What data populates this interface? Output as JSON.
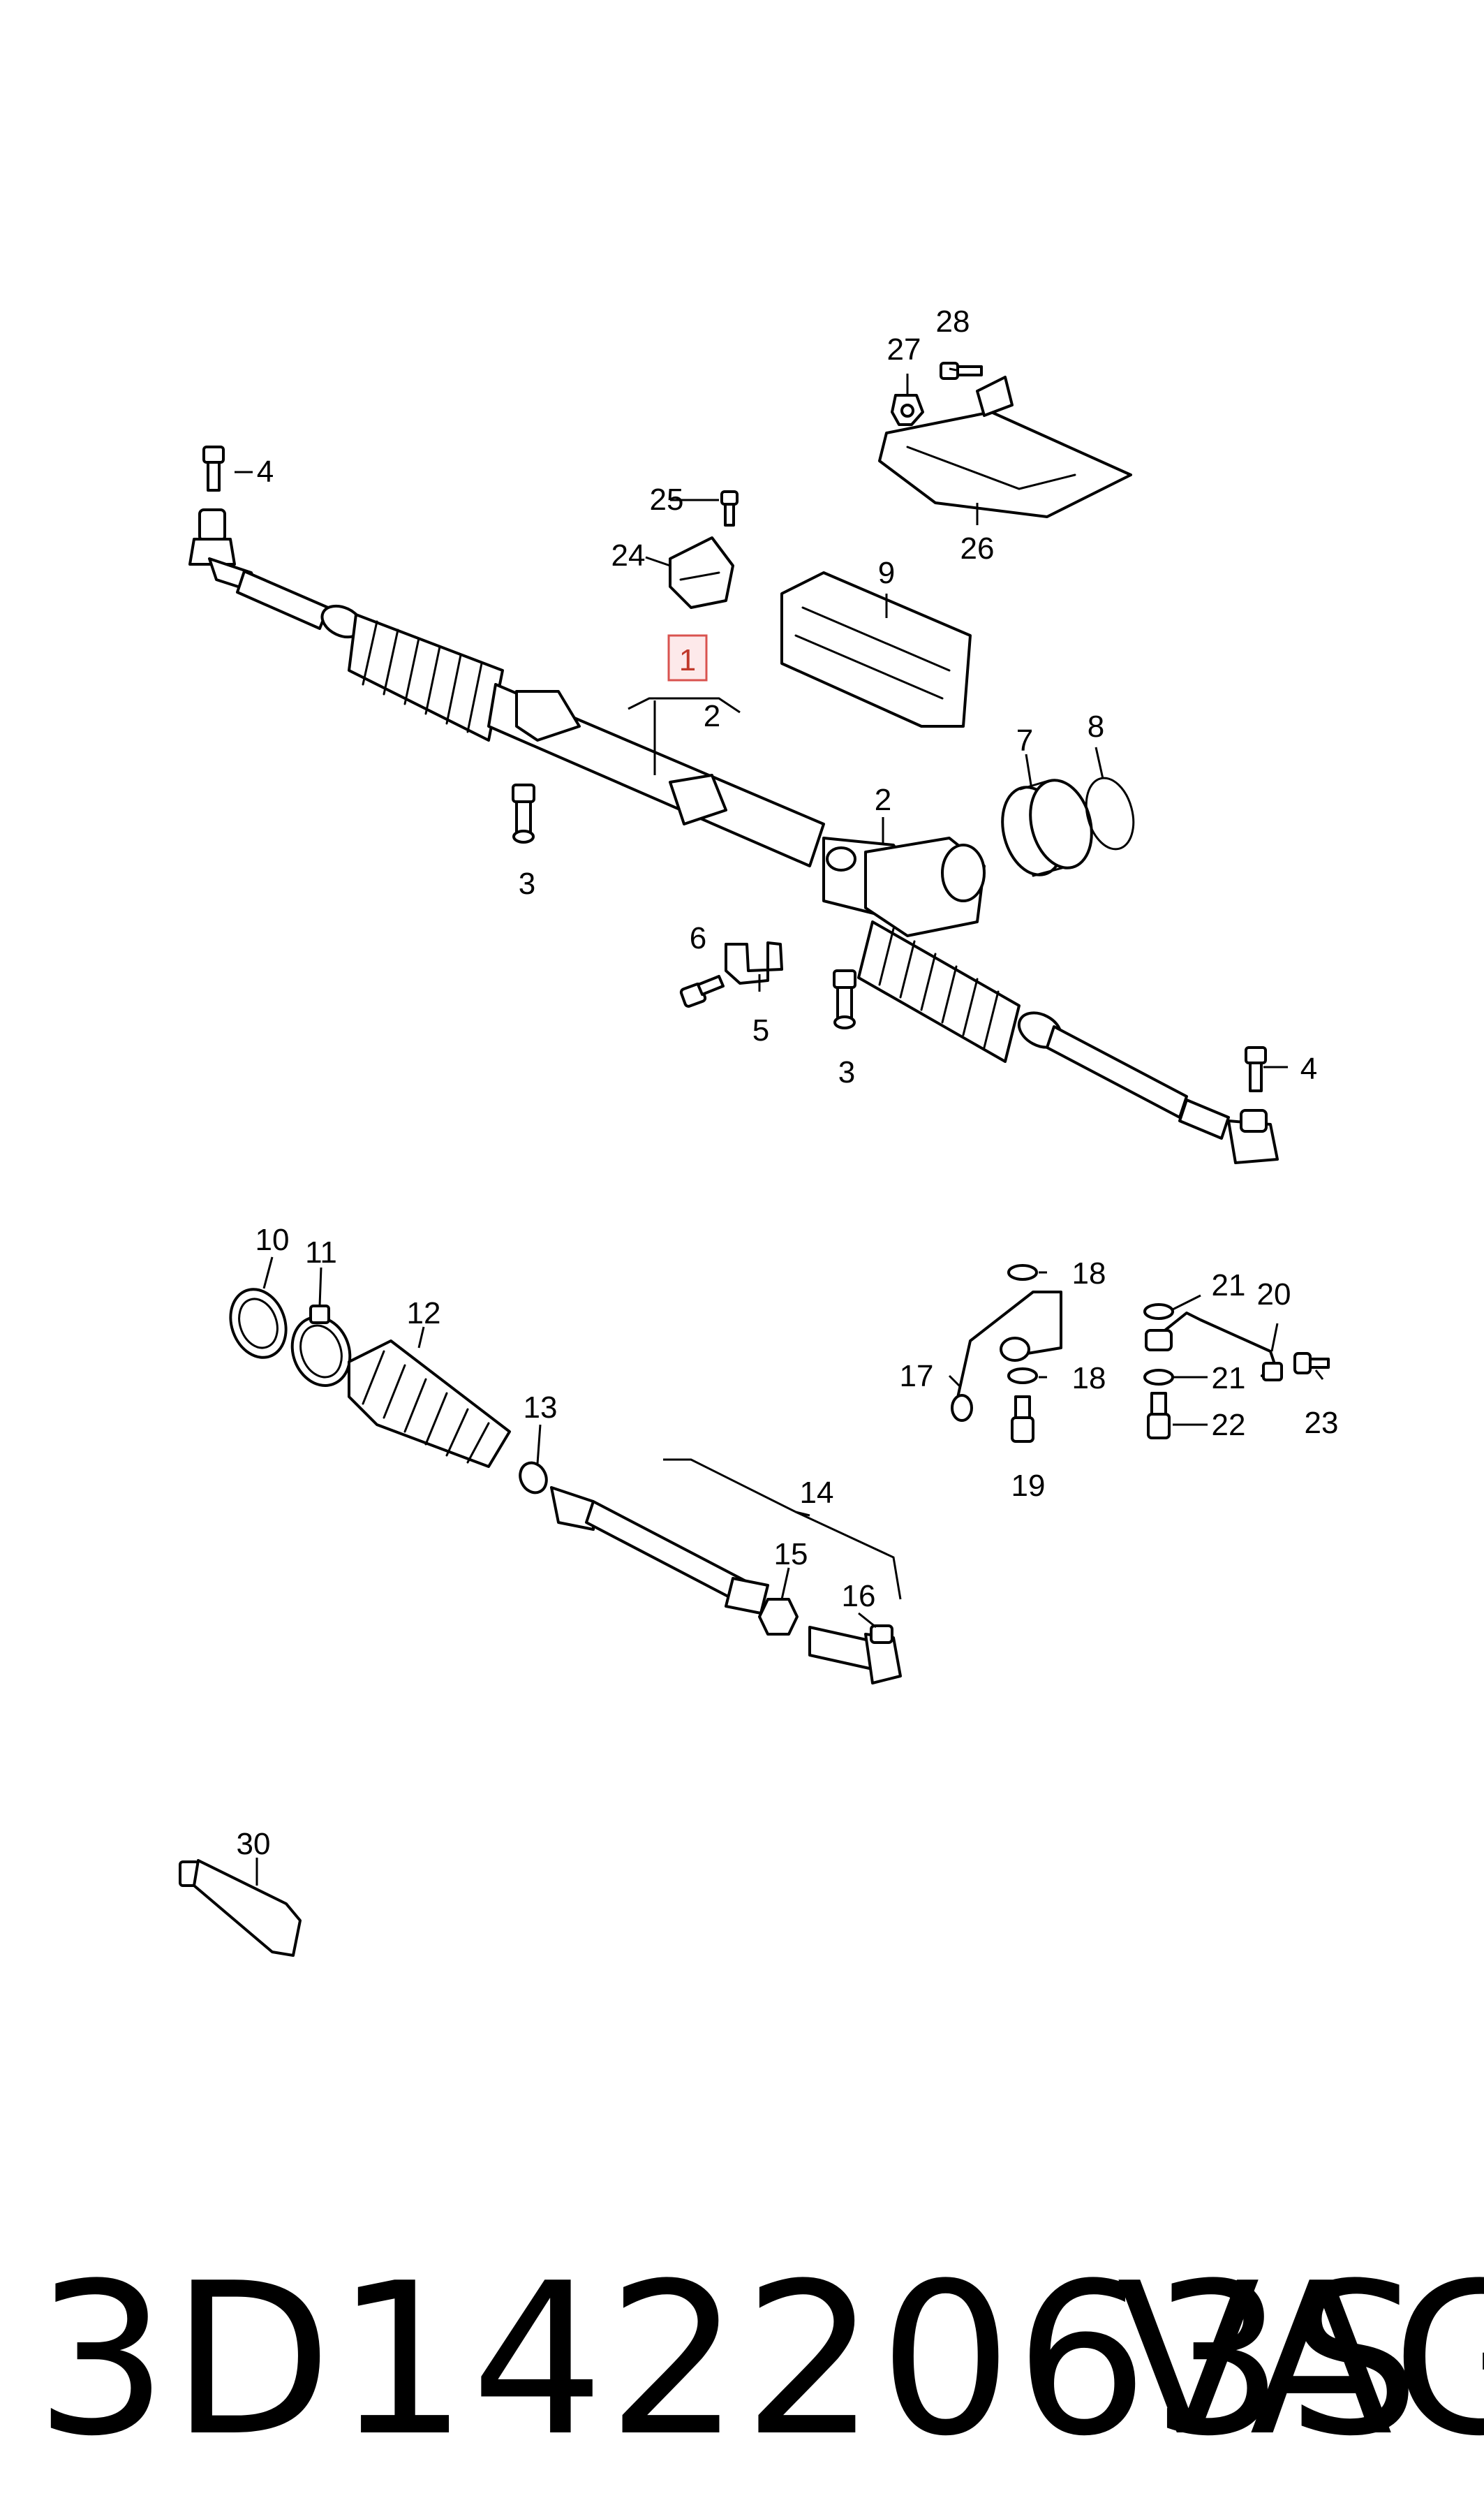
{
  "diagram": {
    "highlighted_callout": "1",
    "highlight_color": "#d9534f",
    "callouts": {
      "c1": "1",
      "c2a": "2",
      "c2b": "2",
      "c3a": "3",
      "c3b": "3",
      "c4a": "4",
      "c4b": "4",
      "c5": "5",
      "c6": "6",
      "c7": "7",
      "c8": "8",
      "c9": "9",
      "c10": "10",
      "c11": "11",
      "c12": "12",
      "c13": "13",
      "c14": "14",
      "c15": "15",
      "c16": "16",
      "c17": "17",
      "c18a": "18",
      "c18b": "18",
      "c19": "19",
      "c20": "20",
      "c21a": "21",
      "c21b": "21",
      "c22": "22",
      "c23": "23",
      "c24": "24",
      "c25": "25",
      "c26": "26",
      "c27": "27",
      "c28": "28",
      "c30": "30"
    }
  },
  "footer": {
    "part_number": "3D1422063S",
    "brand": "VAG"
  }
}
